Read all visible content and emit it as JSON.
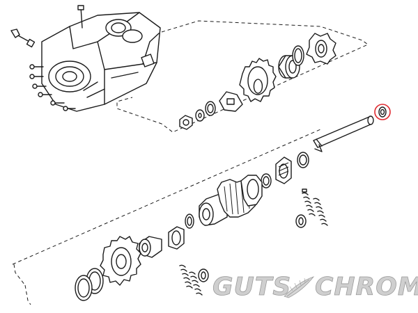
{
  "logo": {
    "word_left": "GUTS",
    "word_right": "CHROME",
    "mark": "feather-icon",
    "color": "#cfcfcf"
  },
  "highlight": {
    "shape": "circle",
    "color": "#e0282e"
  }
}
